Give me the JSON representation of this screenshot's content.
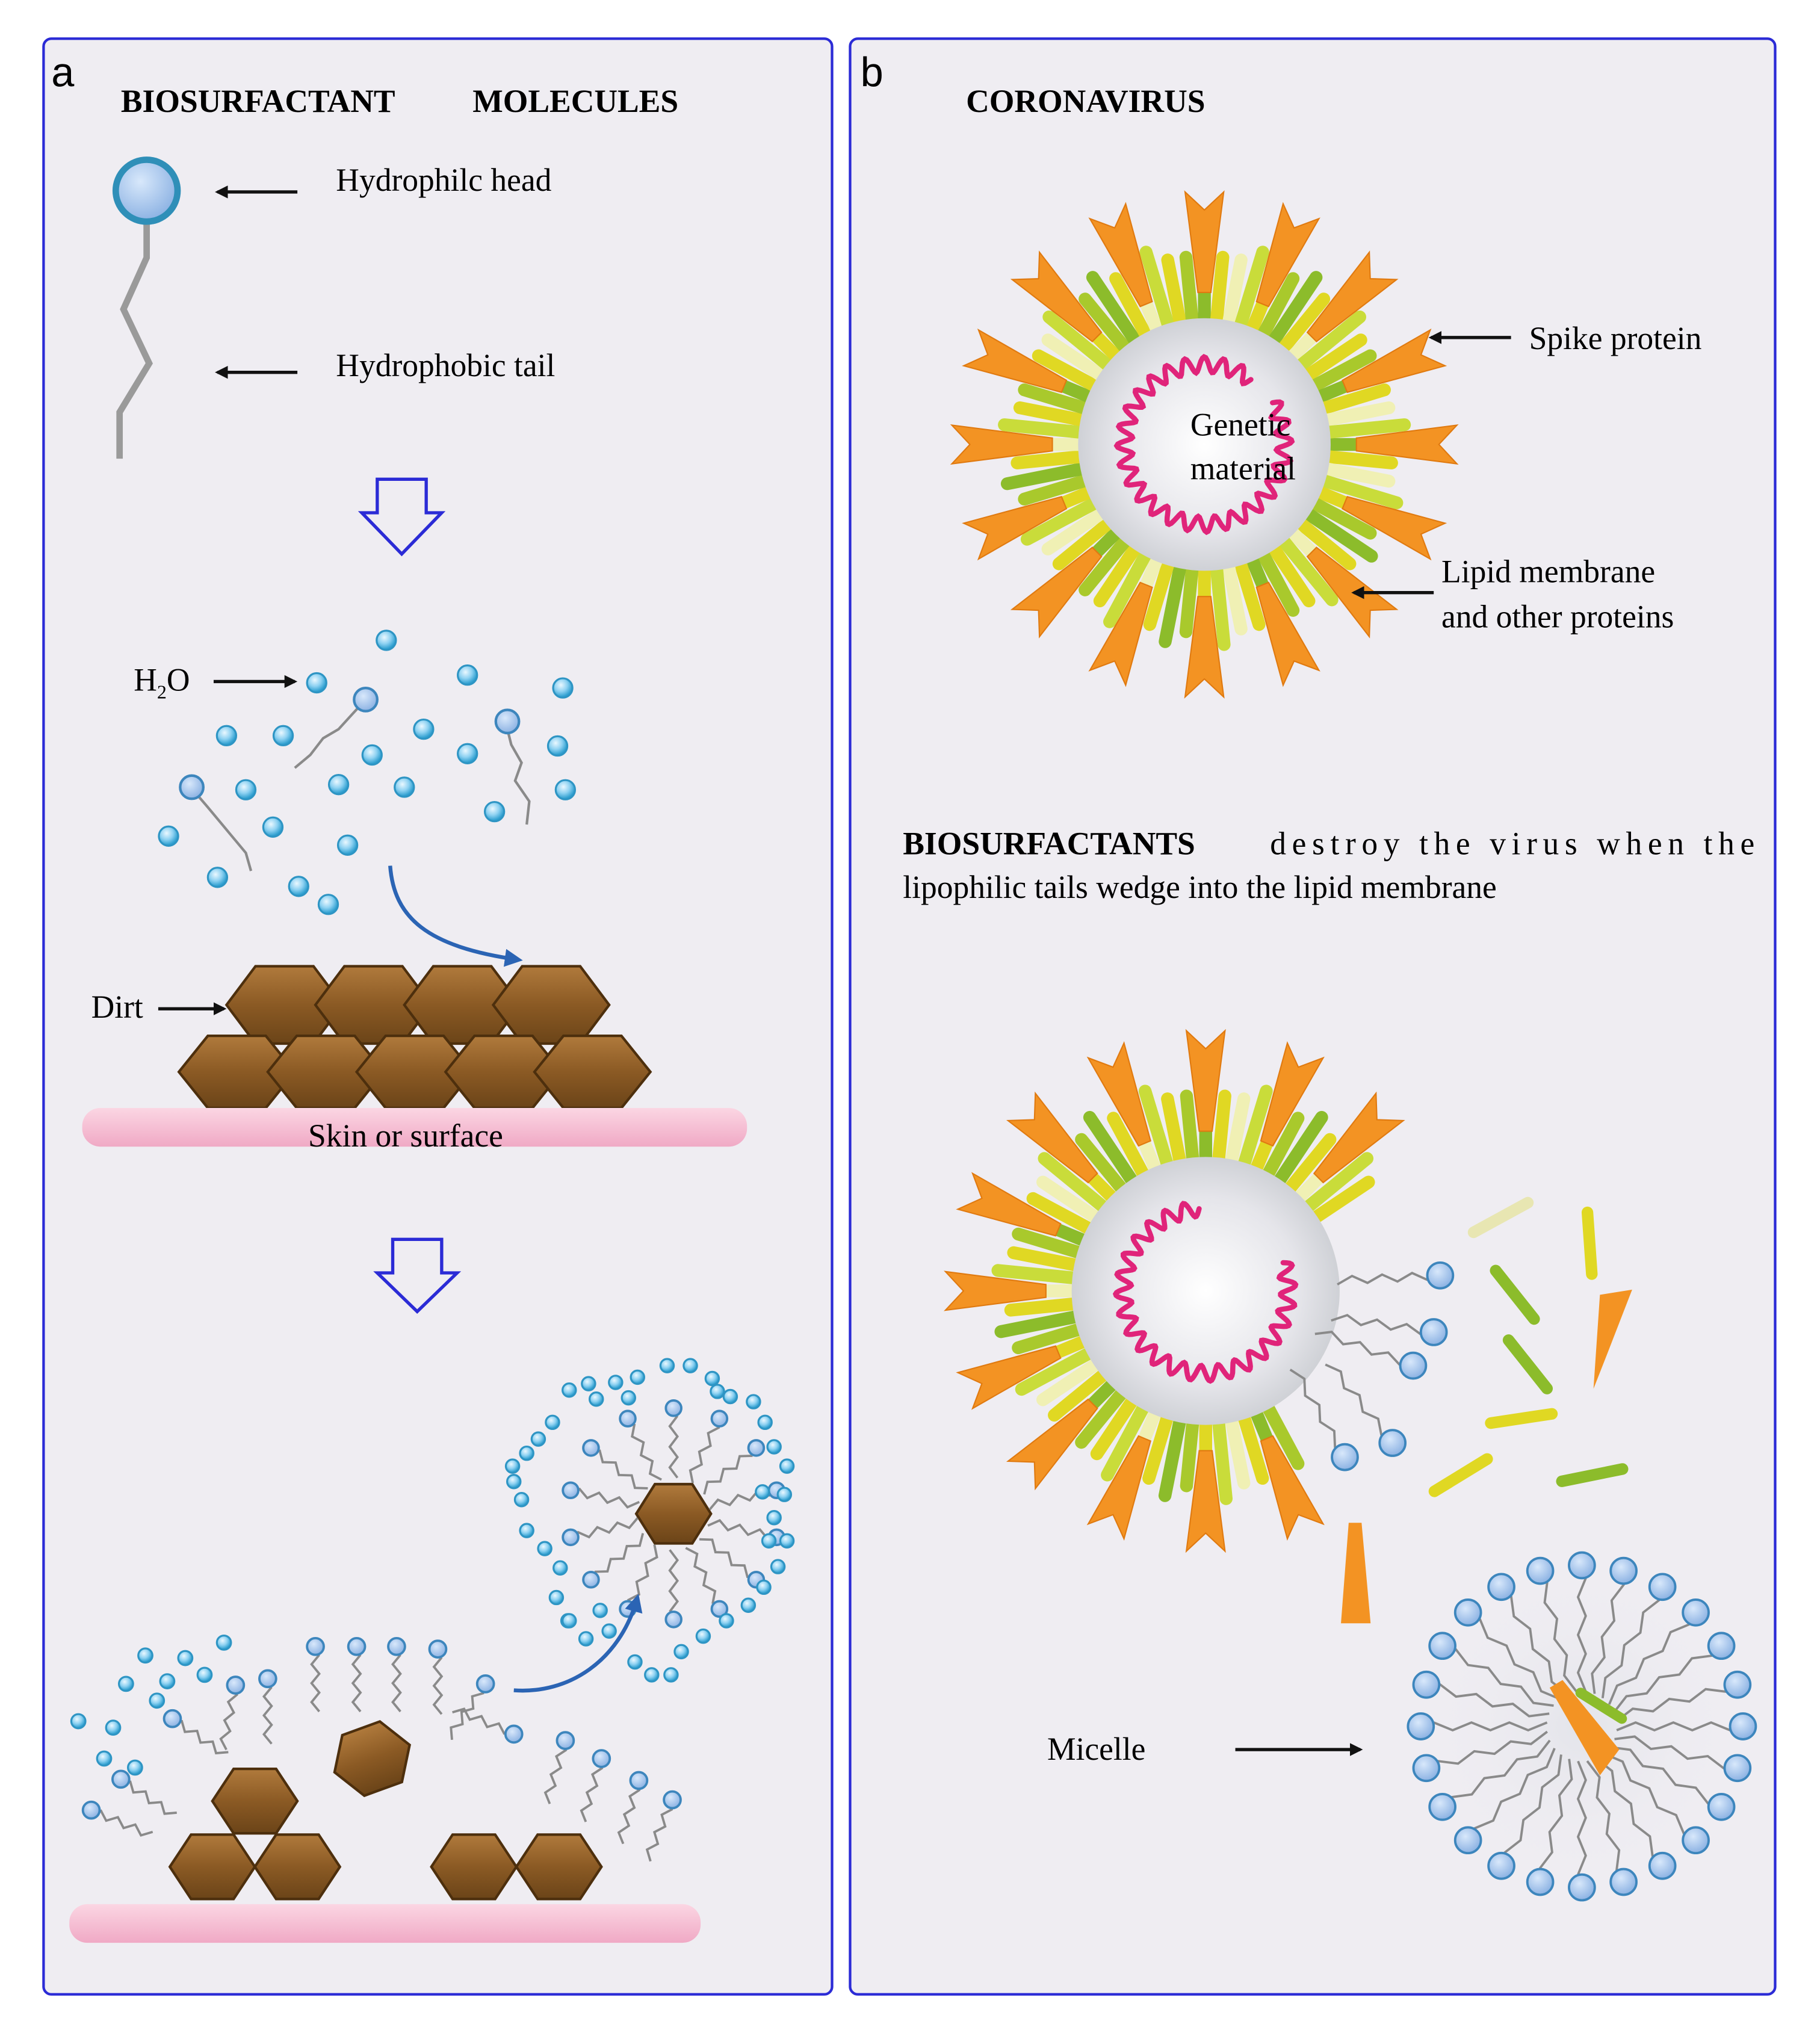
{
  "colors": {
    "panel_border": "#2b2bd6",
    "panel_fill": "#efedf2",
    "bead": "#4fb2dc",
    "bead_light": "#cfeaf7",
    "head": "#96b9e6",
    "tail": "#8a8a8a",
    "dirt": "#8a5a24",
    "skin": "#f2b2cc",
    "spike": "#f39323",
    "membrane_green": "#8cbc2b",
    "membrane_yellow": "#e0d823",
    "membrane_pale": "#f0f0b4",
    "rna": "#e0247a",
    "flow_arrow": "#2b64b4"
  },
  "panel_a": {
    "letter": "a",
    "title_1": "BIOSURFACTANT",
    "title_2": "MOLECULES",
    "head_label": "Hydrophilc head",
    "tail_label": "Hydrophobic tail",
    "water_label": "H",
    "water_sub": "2",
    "water_o": "O",
    "dirt_label": "Dirt",
    "surface_label": "Skin or surface"
  },
  "panel_b": {
    "letter": "b",
    "title": "CORONAVIRUS",
    "spike_label": "Spike protein",
    "genetic_1": "Genetic",
    "genetic_2": "material",
    "lipid_1": "Lipid membrane",
    "lipid_2": "and other proteins",
    "caption_bold": "BIOSURFACTANTS",
    "caption_rest": "destroy the virus when the",
    "caption_line2": "lipophilic tails wedge into the lipid membrane",
    "micelle_label": "Micelle"
  },
  "icons": [
    "sphere-head-icon",
    "down-arrow-icon",
    "hexagon-dirt-icon",
    "spike-icon",
    "micelle-icon"
  ]
}
